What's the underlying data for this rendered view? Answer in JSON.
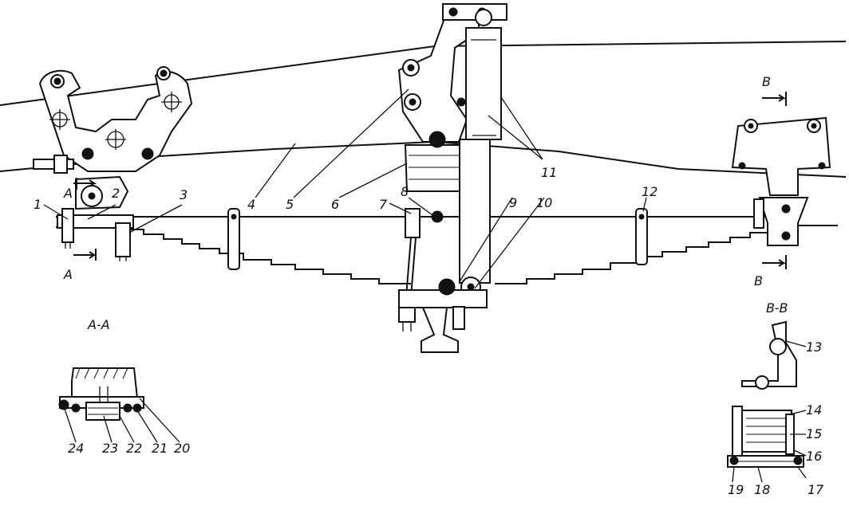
{
  "callouts": [
    "1",
    "2",
    "3",
    "4",
    "5",
    "6",
    "7",
    "8",
    "9",
    "10",
    "11",
    "12",
    "13",
    "14",
    "15",
    "16",
    "17",
    "18",
    "19",
    "20",
    "21",
    "22",
    "23",
    "24"
  ],
  "section_marks": {
    "a": "A",
    "b": "B",
    "title_aa": "A-A",
    "title_bb": "B-B"
  }
}
